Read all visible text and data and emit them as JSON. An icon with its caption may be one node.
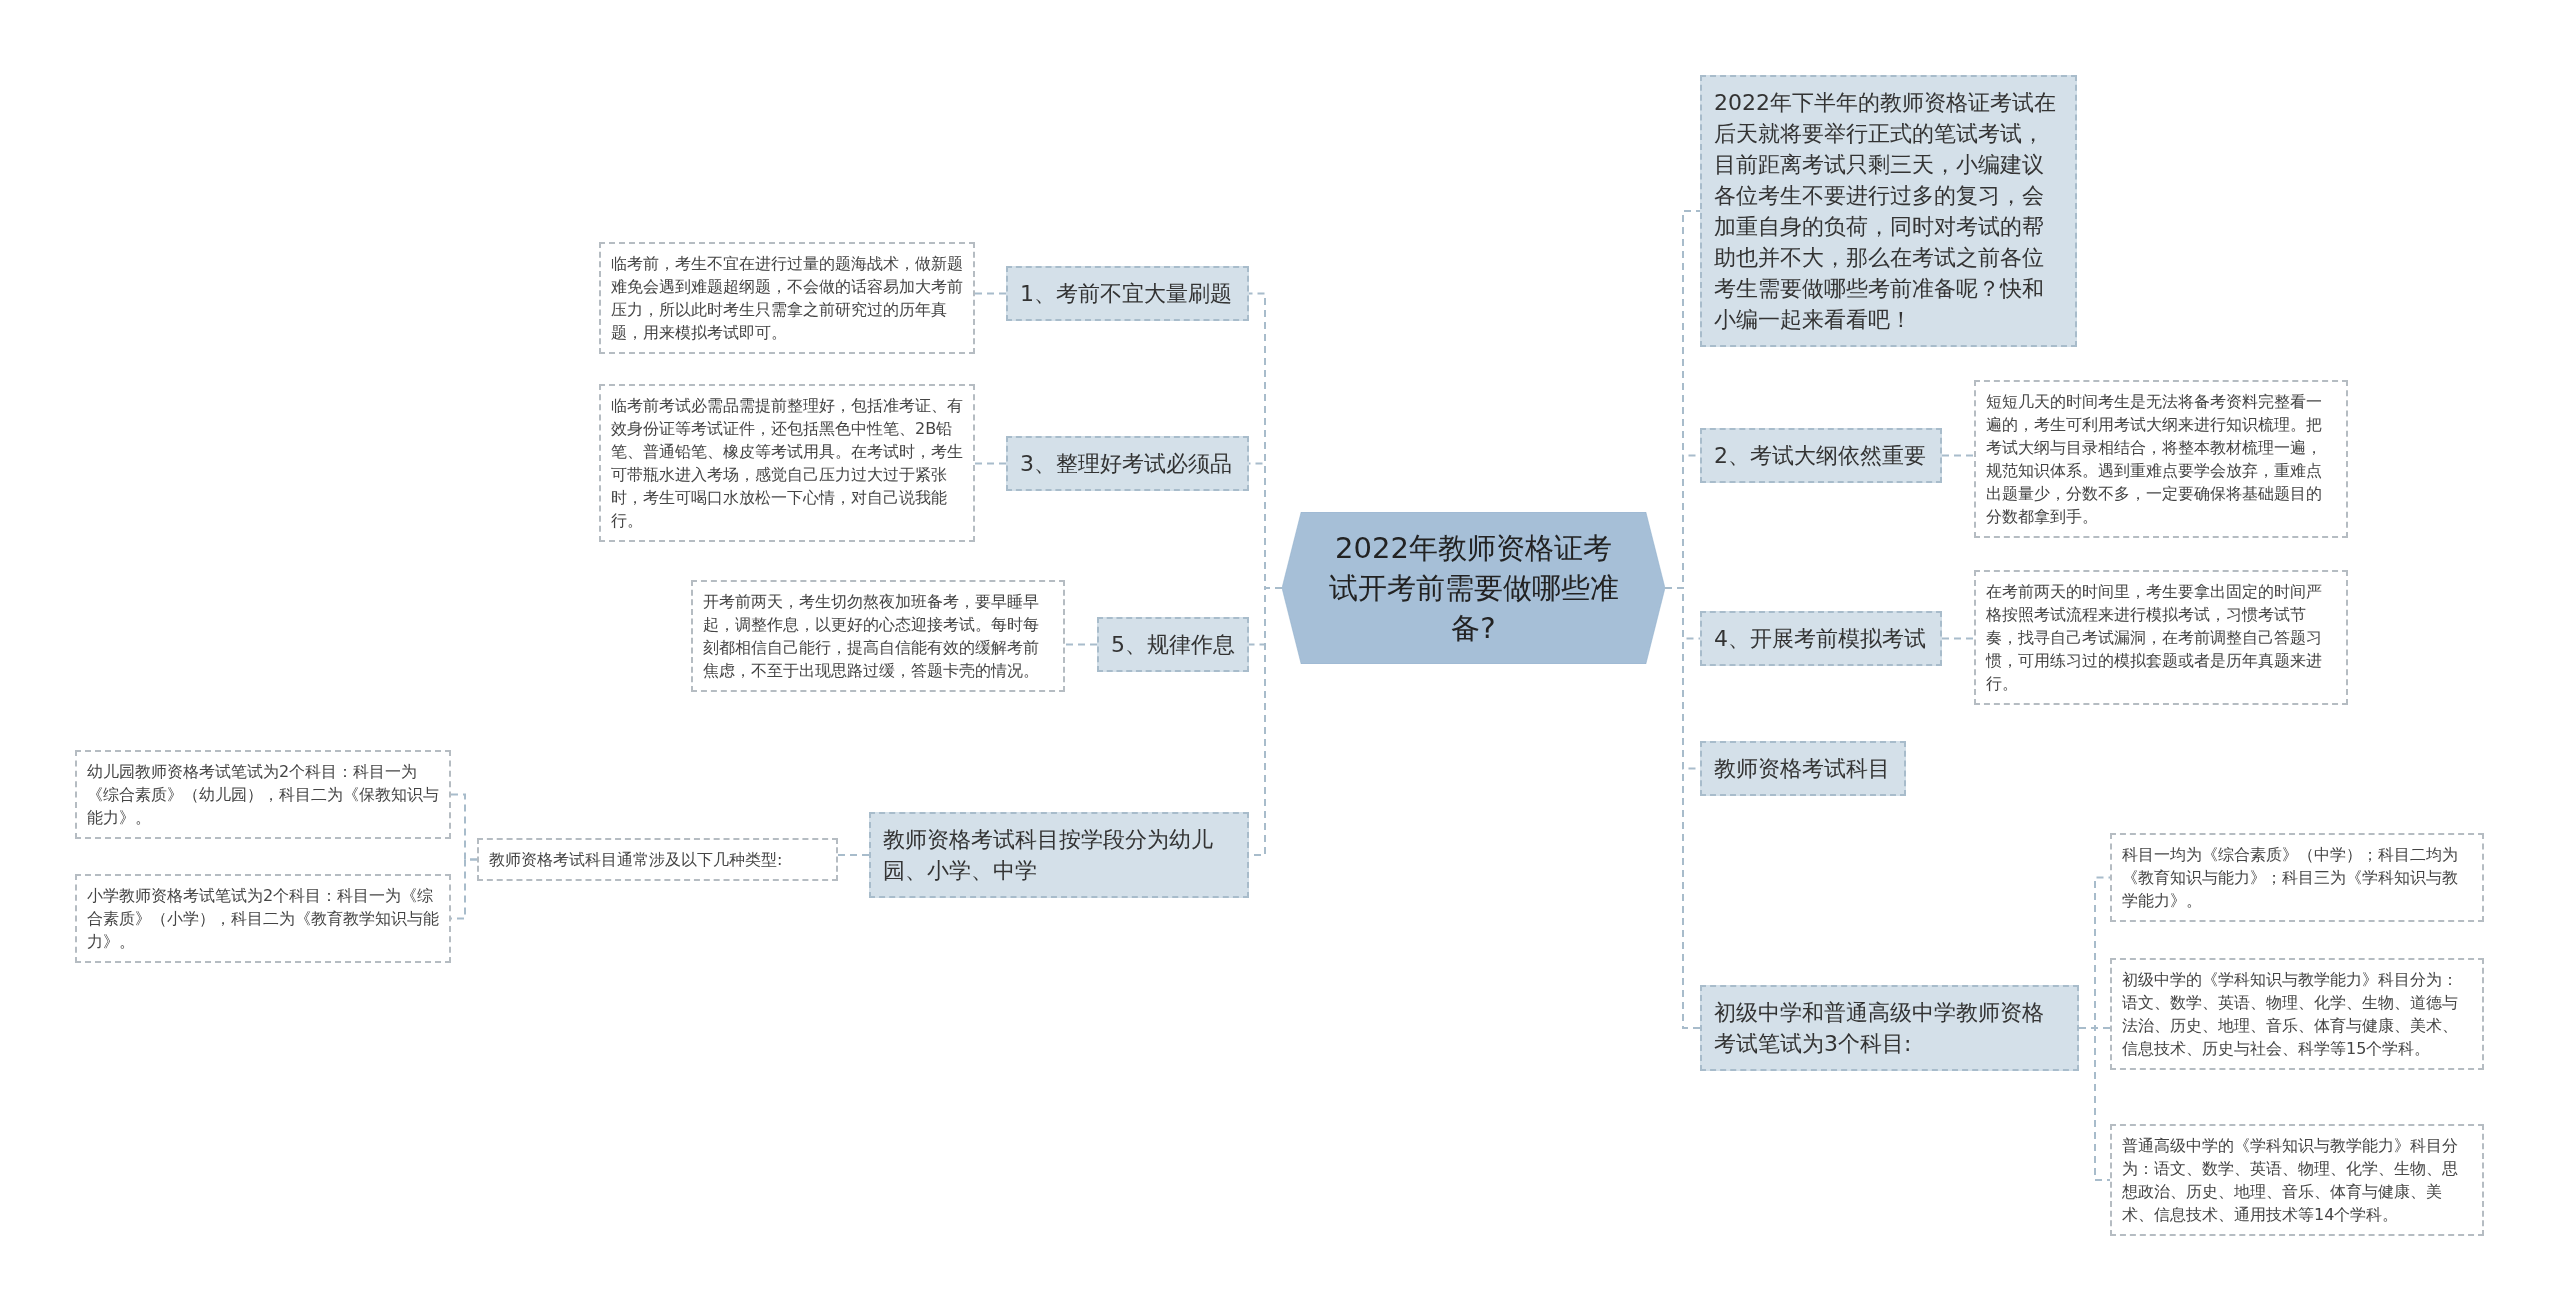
{
  "diagram": {
    "nodes": [
      {
        "text": [
          "2022年教师资格证考试开考前需要做哪些准备?"
        ]
      },
      {
        "text": [
          "1、考前不宜大量刷题"
        ]
      },
      {
        "text": [
          "临考前，考生不宜在进行过量的题海战术，做新题难免会遇到难题超纲题，不会做的话容易加大考前压力，所以此时考生只需拿之前研究过的历年真题，用来模拟考试即可。"
        ]
      },
      {
        "text": [
          "3、整理好考试必须品"
        ]
      },
      {
        "text": [
          "临考前考试必需品需提前整理好，包括准考证、有效身份证等考试证件，还包括黑色中性笔、2B铅笔、普通铅笔、橡皮等考试用具。在考试时，考生可带瓶水进入考场，感觉自己压力过大过于紧张时，考生可喝口水放松一下心情，对自己说我能行。"
        ]
      },
      {
        "text": [
          "5、规律作息"
        ]
      },
      {
        "text": [
          "开考前两天，考生切勿熬夜加班备考，要早睡早起，调整作息，以更好的心态迎接考试。每时每刻都相信自己能行，提高自信能有效的缓解考前焦虑，不至于出现思路过缓，答题卡壳的情况。"
        ]
      },
      {
        "text": [
          "教师资格考试科目按学段分为幼儿园、小学、中学"
        ]
      },
      {
        "text": [
          "教师资格考试科目通常涉及以下几种类型:"
        ]
      },
      {
        "text": [
          "幼儿园教师资格考试笔试为2个科目：科目一为《综合素质》（幼儿园），科目二为《保教知识与能力》。"
        ]
      },
      {
        "text": [
          "小学教师资格考试笔试为2个科目：科目一为《综合素质》（小学），科目二为《教育教学知识与能力》。"
        ]
      },
      {
        "text": [
          "2022年下半年的教师资格证考试在后天就将要举行正式的笔试考试，目前距离考试只剩三天，小编建议各位考生不要进行过多的复习，会加重自身的负荷，同时对考试的帮助也并不大，那么在考试之前各位考生需要做哪些考前准备呢？快和小编一起来看看吧！"
        ]
      },
      {
        "text": [
          "2、考试大纲依然重要"
        ]
      },
      {
        "text": [
          "短短几天的时间考生是无法将备考资料完整看一遍的，考生可利用考试大纲来进行知识梳理。把考试大纲与目录相结合，将整本教材梳理一遍，规范知识体系。遇到重难点要学会放弃，重难点出题量少，分数不多，一定要确保将基础题目的分数都拿到手。"
        ]
      },
      {
        "text": [
          "4、开展考前模拟考试"
        ]
      },
      {
        "text": [
          "在考前两天的时间里，考生要拿出固定的时间严格按照考试流程来进行模拟考试，习惯考试节奏，找寻自己考试漏洞，在考前调整自己答题习惯，可用练习过的模拟套题或者是历年真题来进行。"
        ]
      },
      {
        "text": [
          "教师资格考试科目"
        ]
      },
      {
        "text": [
          "初级中学和普通高级中学教师资格考试笔试为3个科目:"
        ]
      },
      {
        "text": [
          "科目一均为《综合素质》（中学）；科目二均为《教育知识与能力》；科目三为《学科知识与教学能力》。"
        ]
      },
      {
        "text": [
          "初级中学的《学科知识与教学能力》科目分为：语文、数学、英语、物理、化学、生物、道德与法治、历史、地理、音乐、体育与健康、美术、信息技术、历史与社会、科学等15个学科。"
        ]
      },
      {
        "text": [
          "普通高级中学的《学科知识与教学能力》科目分为：语文、数学、英语、物理、化学、生物、思想政治、历史、地理、音乐、体育与健康、美术、信息技术、通用技术等14个学科。"
        ]
      }
    ],
    "edges": [
      {
        "from": 0,
        "to": 1,
        "arrow": "none"
      },
      {
        "from": 0,
        "to": 3,
        "arrow": "none"
      },
      {
        "from": 0,
        "to": 5,
        "arrow": "none"
      },
      {
        "from": 0,
        "to": 7,
        "arrow": "none"
      },
      {
        "from": 1,
        "to": 2,
        "arrow": "none"
      },
      {
        "from": 3,
        "to": 4,
        "arrow": "none"
      },
      {
        "from": 5,
        "to": 6,
        "arrow": "none"
      },
      {
        "from": 7,
        "to": 8,
        "arrow": "none"
      },
      {
        "from": 8,
        "to": 9,
        "arrow": "none"
      },
      {
        "from": 8,
        "to": 10,
        "arrow": "none"
      },
      {
        "from": 0,
        "to": 11,
        "arrow": "none"
      },
      {
        "from": 0,
        "to": 12,
        "arrow": "none"
      },
      {
        "from": 0,
        "to": 14,
        "arrow": "none"
      },
      {
        "from": 0,
        "to": 16,
        "arrow": "none"
      },
      {
        "from": 0,
        "to": 17,
        "arrow": "none"
      },
      {
        "from": 12,
        "to": 13,
        "arrow": "none"
      },
      {
        "from": 14,
        "to": 15,
        "arrow": "none"
      },
      {
        "from": 17,
        "to": 18,
        "arrow": "none"
      },
      {
        "from": 17,
        "to": 19,
        "arrow": "none"
      },
      {
        "from": 17,
        "to": 20,
        "arrow": "none"
      }
    ]
  }
}
